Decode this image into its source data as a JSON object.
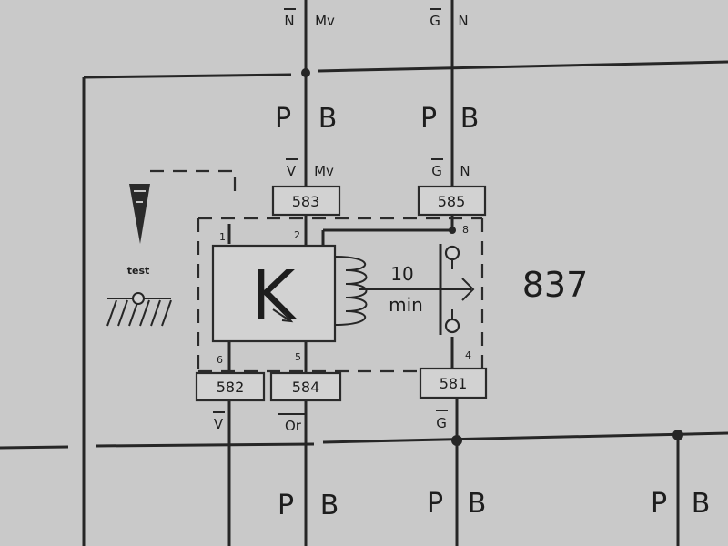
{
  "relay": {
    "letter": "K",
    "timer_value": "10",
    "timer_unit": "min",
    "reference": "837",
    "pins": {
      "p1": "1",
      "p2": "2",
      "p4": "4",
      "p5": "5",
      "p6": "6",
      "p8": "8"
    }
  },
  "terminals": {
    "t583": "583",
    "t585": "585",
    "t582": "582",
    "t584": "584",
    "t581": "581"
  },
  "wire_codes": {
    "top_left_1": "N",
    "top_left_2": "Mv",
    "top_right_1": "G",
    "top_right_2": "N",
    "upper_left_1": "V",
    "upper_left_2": "Mv",
    "upper_right_1": "G",
    "upper_right_2": "N",
    "bottom_v": "V",
    "bottom_or": "Or",
    "bottom_g": "G"
  },
  "harness_labels": {
    "upper_left_p": "P",
    "upper_left_b": "B",
    "upper_right_p": "P",
    "upper_right_b": "B",
    "bottom_1_p": "P",
    "bottom_1_b": "B",
    "bottom_2_p": "P",
    "bottom_2_b": "B",
    "bottom_3_p": "P",
    "bottom_3_b": "B"
  },
  "test_point": {
    "label": "test"
  },
  "colors": {
    "paper": "#c9c9c9",
    "ink": "#262626"
  }
}
